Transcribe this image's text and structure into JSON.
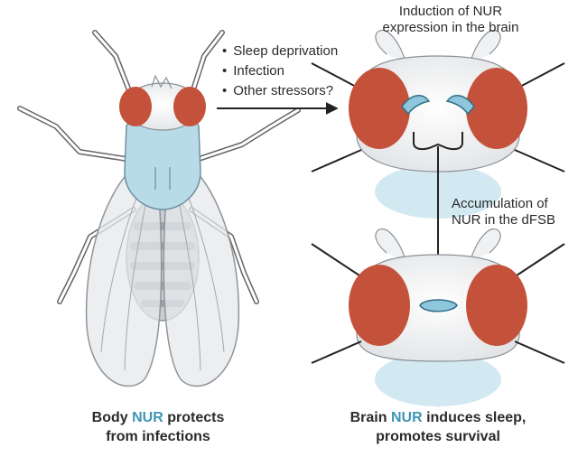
{
  "left_caption": {
    "line1_pre": "Body ",
    "line1_hl": "NUR",
    "line1_post": " protects",
    "line2": "from infections"
  },
  "right_caption": {
    "line1_pre": "Brain ",
    "line1_hl": "NUR",
    "line1_post": " induces sleep,",
    "line2": "promotes survival"
  },
  "triggers": [
    "Sleep deprivation",
    "Infection",
    "Other stressors?"
  ],
  "induction_label": [
    "Induction of NUR",
    "expression in the brain"
  ],
  "accumulation_label": [
    "Accumulation of",
    "NUR in the dFSB"
  ],
  "colors": {
    "nur_highlight": "#3e96b4",
    "eye": "#c4513a",
    "thorax": "#b8dbe8",
    "arrow": "#222222"
  }
}
